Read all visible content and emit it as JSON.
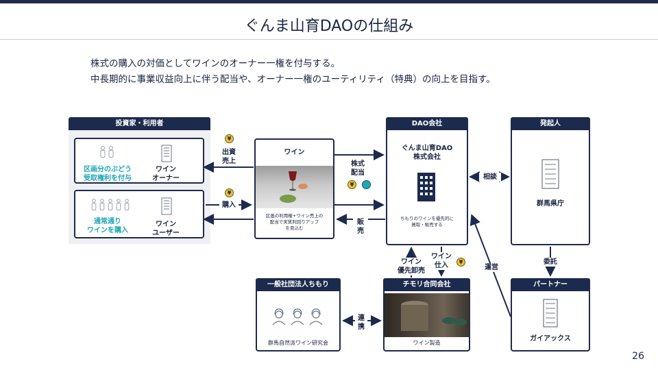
{
  "title": "ぐんま山育DAOの仕組み",
  "description": [
    "株式の購入の対価としてワインのオーナー一権を付与する。",
    "中長期的に事業収益向上に伴う配当や、オーナー一権のユーティリティ（特典）の向上を目指す。"
  ],
  "investor": {
    "header": "投資家・利用者",
    "owner_box": {
      "caption": "区画分のぶどう\n受取権利を付与",
      "role": "ワイン\nオーナー"
    },
    "user_box": {
      "caption": "通常通り\nワインを購入",
      "role": "ワイン\nユーザー"
    }
  },
  "wine": {
    "header": "ワイン",
    "caption": "区画の利用権+ワイン売上の\n配当で実質利回りアップ\nを見込む"
  },
  "dao": {
    "header": "DAO会社",
    "name": "ぐんま山育DAO\n株式会社",
    "caption": "ちもりのワインを優先的に\n買取・販売する"
  },
  "founder": {
    "header": "発起人",
    "name": "群馬県庁"
  },
  "partner": {
    "header": "パートナー",
    "name": "ガイアックス"
  },
  "chimori": {
    "header": "チモリ合同会社",
    "caption": "ワイン製造"
  },
  "assoc": {
    "header": "一般社団法人ちもり",
    "caption": "群馬自然派ワイン研究会"
  },
  "flows": {
    "dividend": "出資\n売上",
    "purchase": "購入",
    "stock_dividend": "株式\n配当",
    "sales": "販\n売",
    "consult": "相談",
    "operate": "運営",
    "entrust": "委託",
    "wine_wholesale": "ワイン\n優先卸売",
    "wine_stock": "ワイン\n仕入",
    "collab": "連\n携"
  },
  "coin_symbol": "¥",
  "colors": {
    "navy": "#1c2a4d",
    "teal": "#1aa6b7",
    "coin": "#e8c33a"
  },
  "page_number": "26"
}
